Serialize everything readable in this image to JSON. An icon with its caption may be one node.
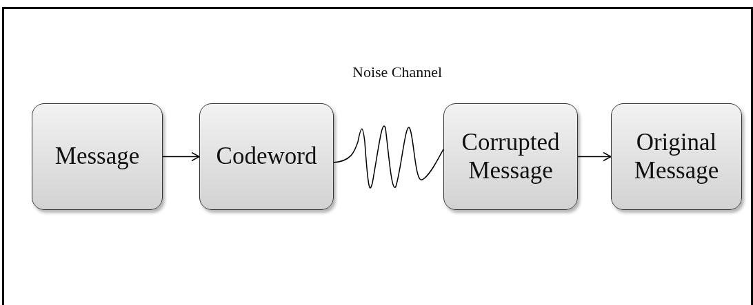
{
  "diagram": {
    "nodes": [
      {
        "text": [
          "Message"
        ]
      },
      {
        "text": [
          "Codeword"
        ]
      },
      {
        "text": [
          "Corrupted Message"
        ]
      },
      {
        "text": [
          "Original Message"
        ]
      }
    ],
    "edges": [
      {
        "from": 0,
        "to": 1,
        "arrow": "to"
      },
      {
        "from": 1,
        "to": 2,
        "arrow": "none"
      },
      {
        "from": 2,
        "to": 3,
        "arrow": "to"
      }
    ],
    "labels": [
      "Noise Channel"
    ]
  }
}
